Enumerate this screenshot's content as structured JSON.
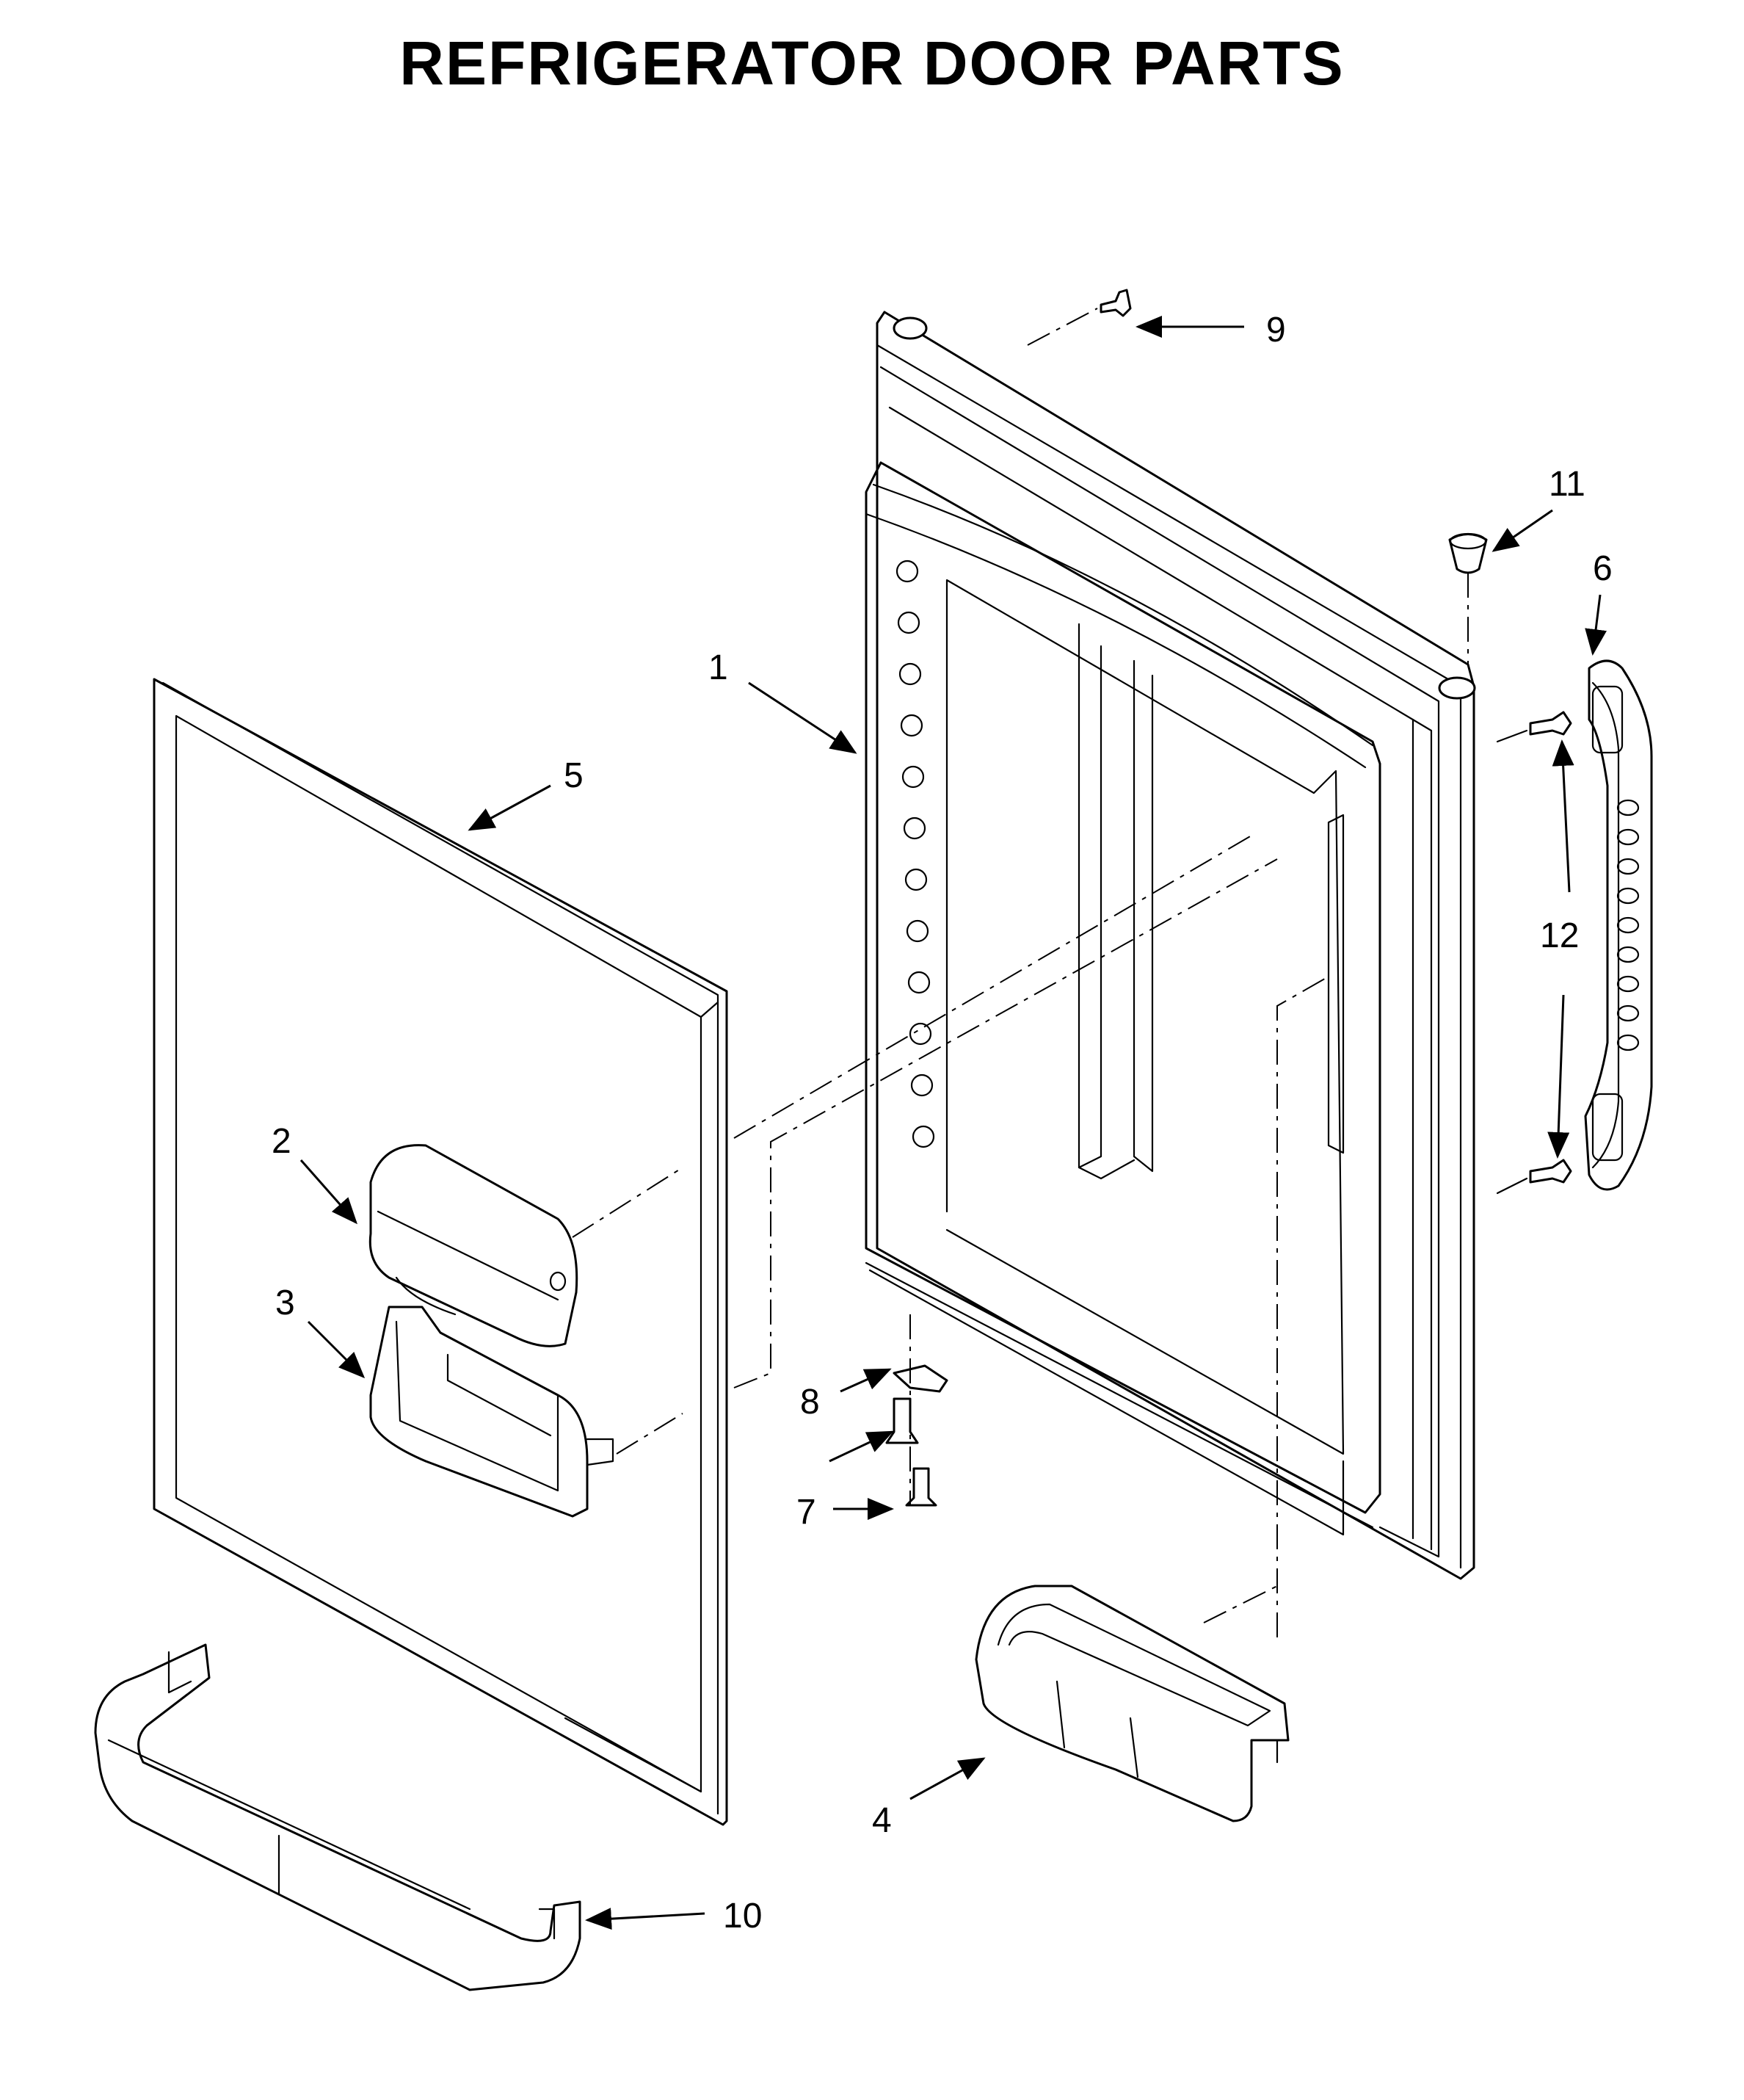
{
  "title": "REFRIGERATOR DOOR PARTS",
  "callouts": [
    {
      "id": "1",
      "label": "1"
    },
    {
      "id": "2",
      "label": "2"
    },
    {
      "id": "3",
      "label": "3"
    },
    {
      "id": "4",
      "label": "4"
    },
    {
      "id": "5",
      "label": "5"
    },
    {
      "id": "6",
      "label": "6"
    },
    {
      "id": "7",
      "label": "7"
    },
    {
      "id": "8",
      "label": "8"
    },
    {
      "id": "9",
      "label": "9"
    },
    {
      "id": "10",
      "label": "10"
    },
    {
      "id": "11",
      "label": "11"
    },
    {
      "id": "12",
      "label": "12"
    }
  ]
}
